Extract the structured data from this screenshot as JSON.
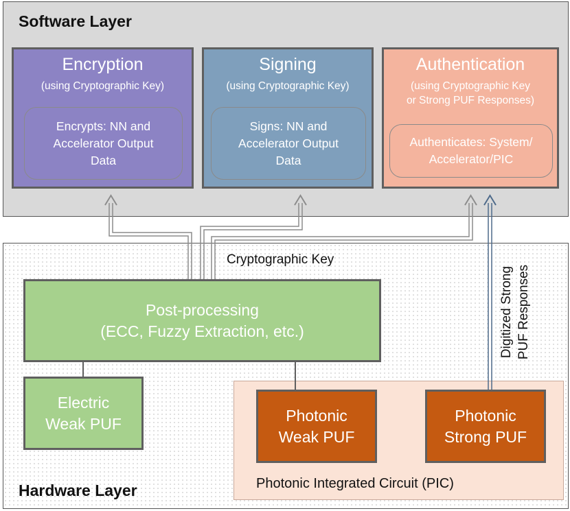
{
  "software_layer": {
    "title": "Software Layer",
    "encryption": {
      "title": "Encryption",
      "subtitle": "(using Cryptographic Key)",
      "inner": [
        "Encrypts: NN and",
        "Accelerator Output",
        "Data"
      ]
    },
    "signing": {
      "title": "Signing",
      "subtitle": "(using Cryptographic Key)",
      "inner": [
        "Signs: NN and",
        "Accelerator Output",
        "Data"
      ]
    },
    "authentication": {
      "title": "Authentication",
      "subtitle": [
        "(using Cryptographic Key",
        "or Strong PUF Responses)"
      ],
      "inner": [
        "Authenticates: System/",
        "Accelerator/PIC"
      ]
    }
  },
  "hardware_layer": {
    "title": "Hardware Layer",
    "cryptographic_key_label": "Cryptographic Key",
    "digitized_label": [
      "Digitized Strong",
      "PUF Responses"
    ],
    "post_processing": [
      "Post-processing",
      "(ECC, Fuzzy Extraction, etc.)"
    ],
    "electric_weak_puf": [
      "Electric",
      "Weak PUF"
    ],
    "photonic_weak_puf": [
      "Photonic",
      "Weak PUF"
    ],
    "photonic_strong_puf": [
      "Photonic",
      "Strong PUF"
    ],
    "pic_label": "Photonic Integrated Circuit (PIC)"
  },
  "colors": {
    "software_bg": "#d9d9d9",
    "encryption": "#8c83c4",
    "signing": "#7f9fbc",
    "authentication": "#f4b49e",
    "green_block": "#a6d18d",
    "photonic_block": "#c55a11",
    "pic_region": "#fbe3d6",
    "key_arrow": "#8c8c8c",
    "puf_arrow": "#4e6a8a"
  }
}
